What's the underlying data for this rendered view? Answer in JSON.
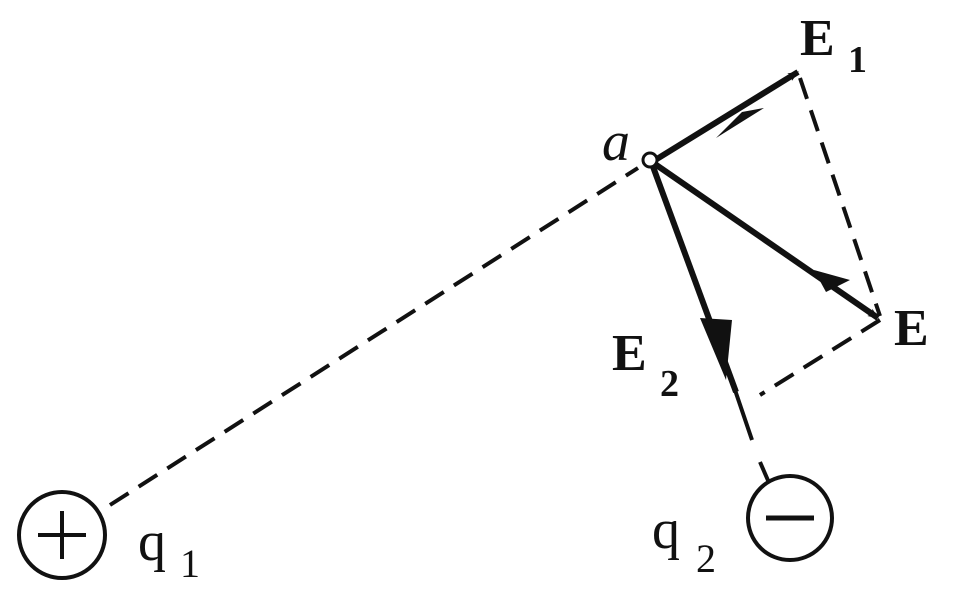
{
  "labels": {
    "point_a": "a",
    "E1_main": "E",
    "E1_sub": "1",
    "E_main": "E",
    "E2_main": "E",
    "E2_sub": "2",
    "q1_main": "q",
    "q1_sub": "1",
    "q2_main": "q",
    "q2_sub": "2"
  },
  "charges": {
    "q1_sign": "+",
    "q2_sign": "−"
  },
  "colors": {
    "ink": "#111111",
    "background": "#ffffff"
  }
}
